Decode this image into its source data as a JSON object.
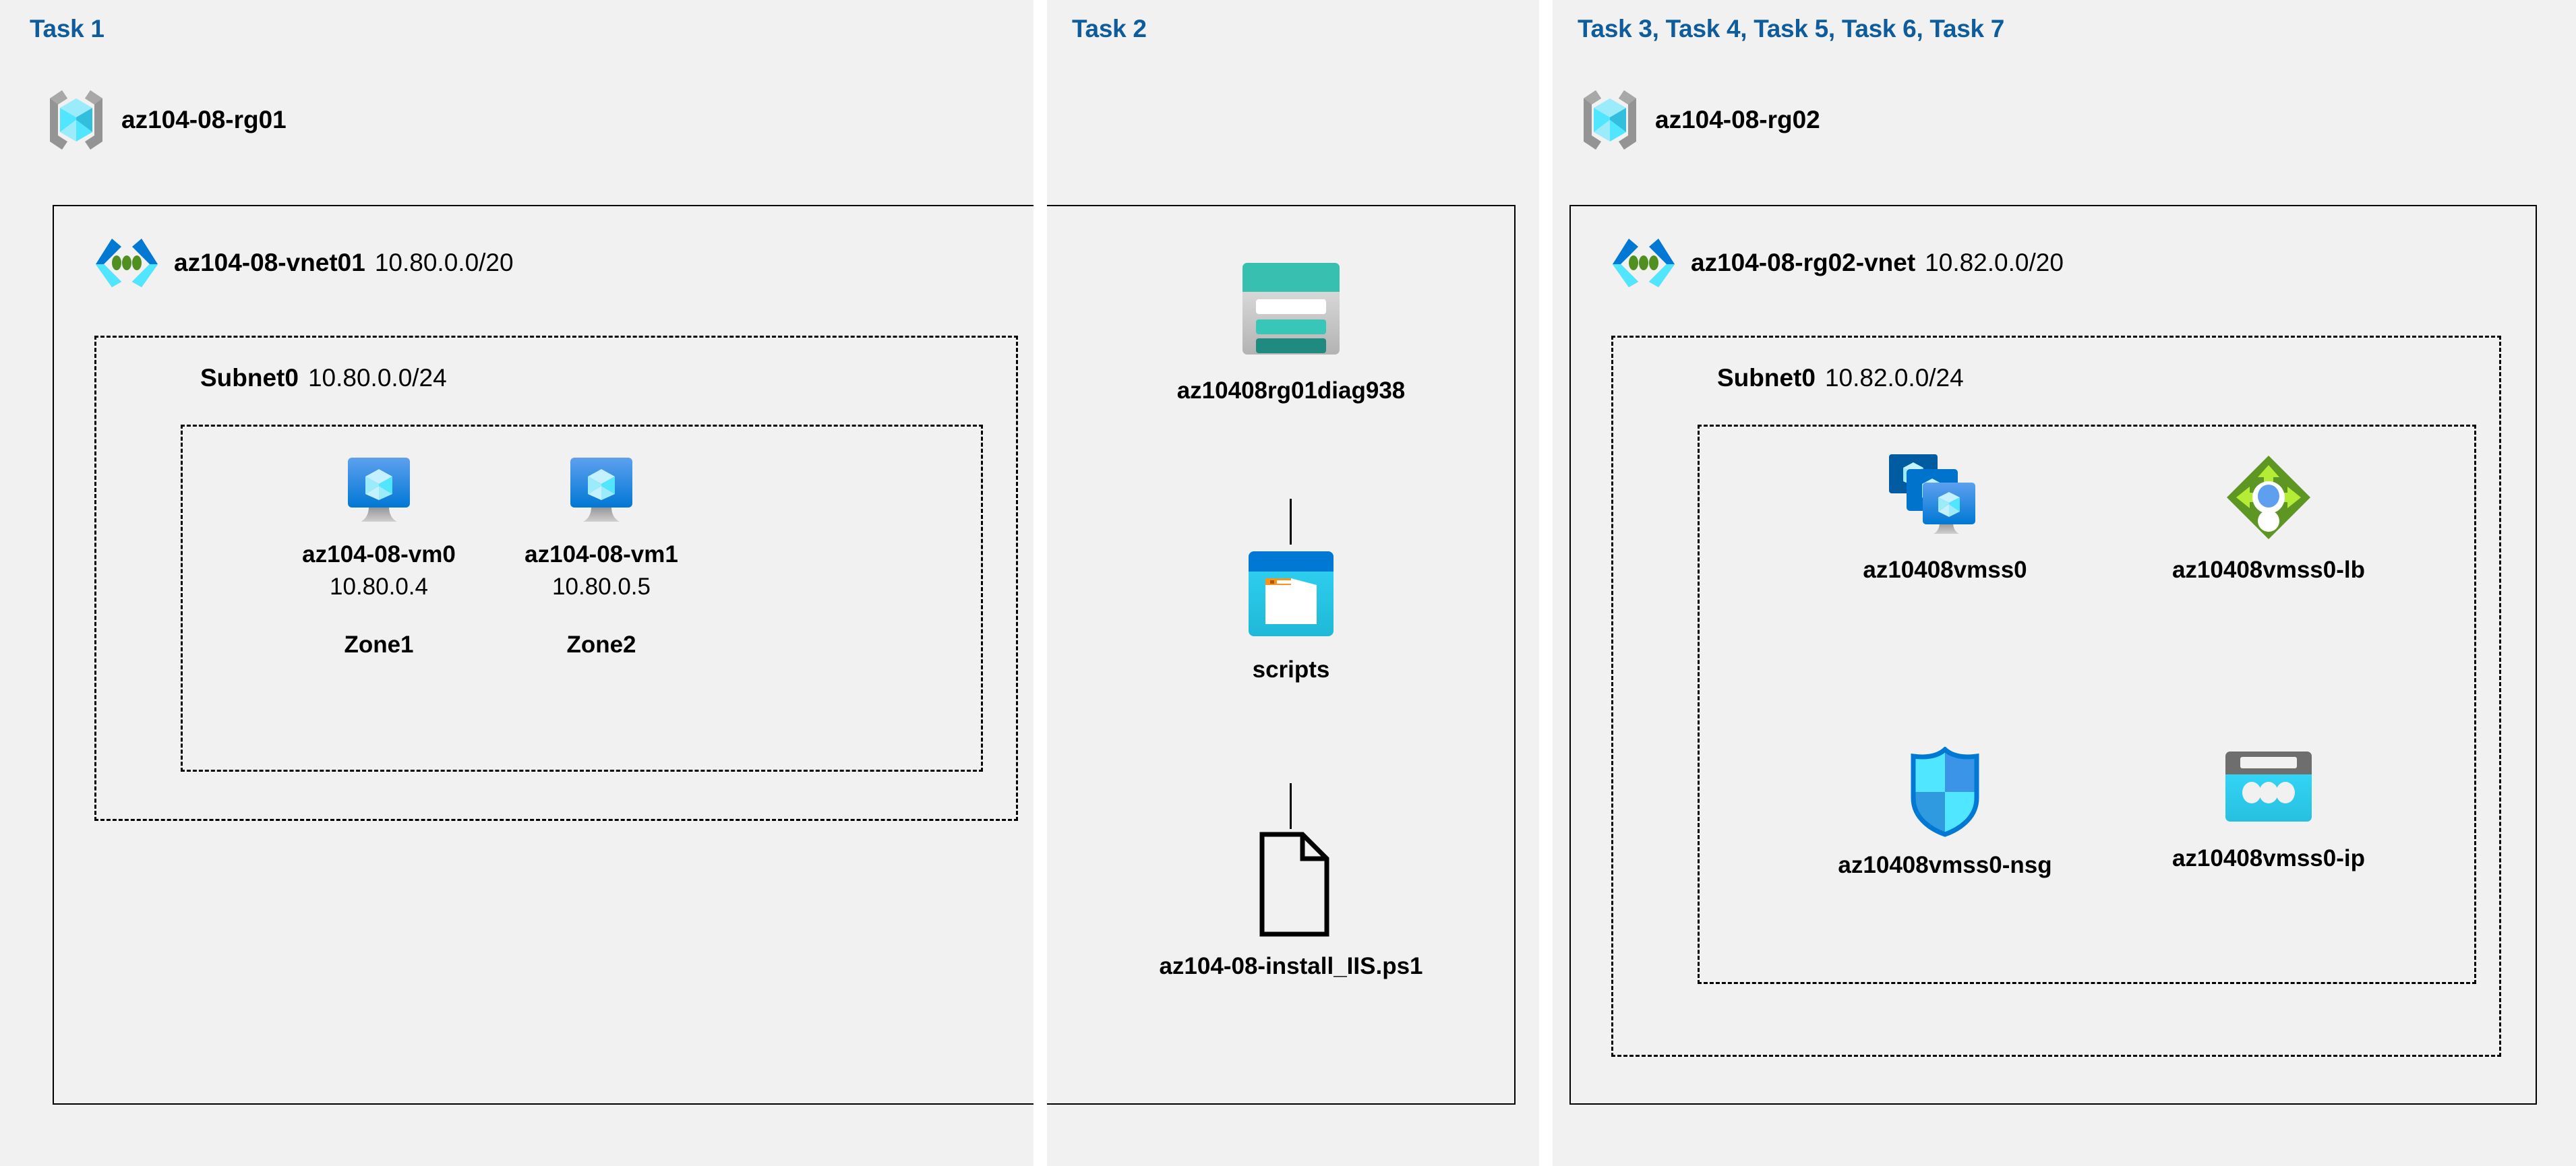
{
  "sections": [
    {
      "id": "task1",
      "heading": "Task 1"
    },
    {
      "id": "task2",
      "heading": "Task 2"
    },
    {
      "id": "task3",
      "heading": "Task 3, Task 4, Task 5, Task 6, Task 7"
    }
  ],
  "colors": {
    "heading_blue": "#0f5c9c",
    "panel_bg": "#f1f1f1",
    "azure_blue": "#0078d4",
    "cyan": "#32d4f5",
    "teal": "#31b9ac",
    "green_lb": "#5e9624",
    "green_dot": "#4f9021",
    "orange_tab": "#f7941d",
    "grey": "#949494"
  },
  "left_panel": {
    "resource_group": {
      "icon": "resource-group-icon",
      "name": "az104-08-rg01"
    },
    "vnet": {
      "icon": "virtual-network-icon",
      "name": "az104-08-vnet01",
      "cidr": "10.80.0.0/20"
    },
    "subnet": {
      "name": "Subnet0",
      "cidr": "10.80.0.0/24"
    },
    "vms": [
      {
        "icon": "virtual-machine-icon",
        "name": "az104-08-vm0",
        "ip": "10.80.0.4",
        "zone": "Zone1"
      },
      {
        "icon": "virtual-machine-icon",
        "name": "az104-08-vm1",
        "ip": "10.80.0.5",
        "zone": "Zone2"
      }
    ]
  },
  "middle_panel": {
    "items": [
      {
        "icon": "storage-account-icon",
        "name": "az10408rg01diag938"
      },
      {
        "icon": "blob-container-icon",
        "name": "scripts"
      },
      {
        "icon": "file-document-icon",
        "name": "az104-08-install_IIS.ps1"
      }
    ]
  },
  "right_panel": {
    "resource_group": {
      "icon": "resource-group-icon",
      "name": "az104-08-rg02"
    },
    "vnet": {
      "icon": "virtual-network-icon",
      "name": "az104-08-rg02-vnet",
      "cidr": "10.82.0.0/20"
    },
    "subnet": {
      "name": "Subnet0",
      "cidr": "10.82.0.0/24"
    },
    "resources": [
      {
        "icon": "vm-scale-set-icon",
        "name": "az10408vmss0"
      },
      {
        "icon": "load-balancer-icon",
        "name": "az10408vmss0-lb"
      },
      {
        "icon": "network-security-group-icon",
        "name": "az10408vmss0-nsg"
      },
      {
        "icon": "public-ip-address-icon",
        "name": "az10408vmss0-ip"
      }
    ]
  }
}
